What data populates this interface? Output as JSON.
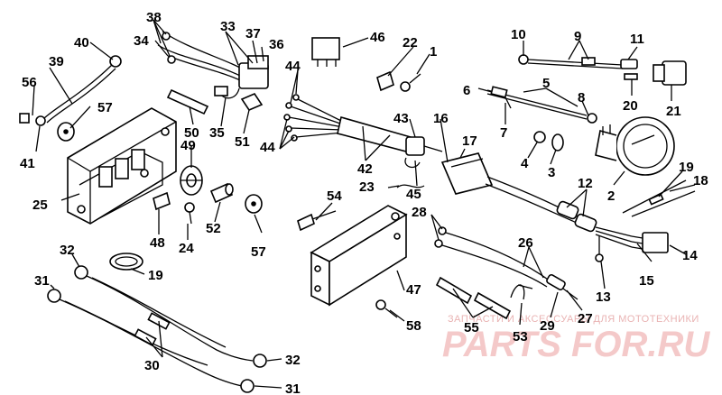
{
  "diagram": {
    "callouts": [
      "1",
      "2",
      "3",
      "4",
      "5",
      "6",
      "7",
      "8",
      "9",
      "10",
      "11",
      "12",
      "13",
      "14",
      "15",
      "16",
      "17",
      "18",
      "19",
      "20",
      "21",
      "22",
      "23",
      "24",
      "25",
      "26",
      "27",
      "28",
      "29",
      "30",
      "31",
      "32",
      "33",
      "34",
      "35",
      "36",
      "37",
      "38",
      "39",
      "40",
      "41",
      "42",
      "43",
      "44",
      "45",
      "46",
      "47",
      "48",
      "49",
      "50",
      "51",
      "52",
      "53",
      "54",
      "55",
      "56",
      "57",
      "58"
    ],
    "repeated_callouts": {
      "19_lower": "19",
      "31_lower": "31",
      "32_lower": "32",
      "44_lower": "44",
      "57_lower": "57"
    }
  },
  "watermark": {
    "line": "ЗАПЧАСТИ И АКСЕССУАРЫ ДЛЯ МОТОТЕХНИКИ",
    "logo": "PARTS FOR.RU"
  }
}
